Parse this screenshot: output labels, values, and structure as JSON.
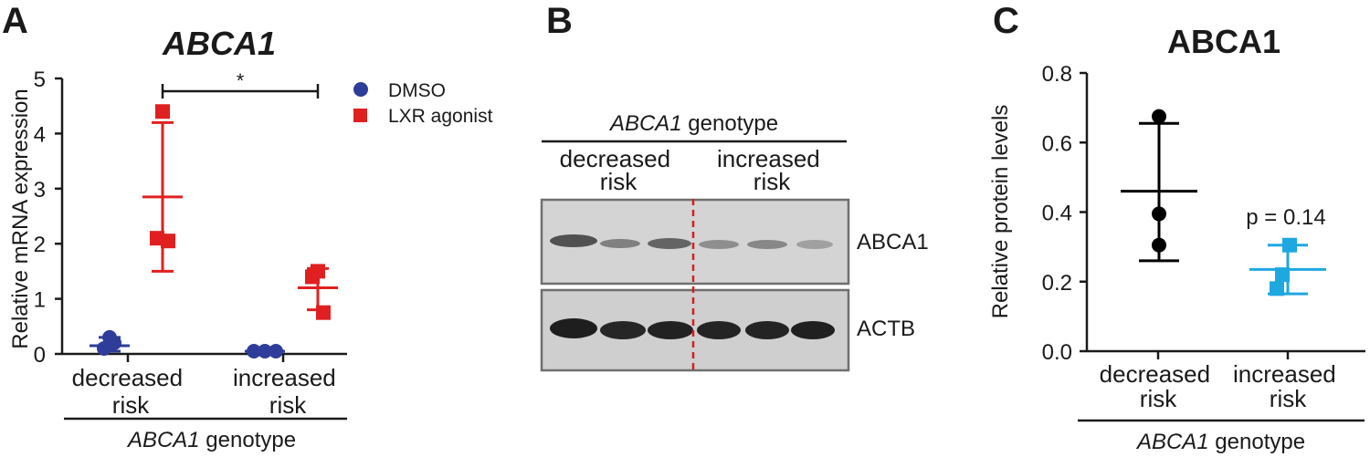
{
  "panels": {
    "a": {
      "letter": "A",
      "title": "ABCA1",
      "ylabel": "Relative mRNA expression",
      "yticks": [
        "0",
        "1",
        "2",
        "3",
        "4",
        "5"
      ],
      "categories": [
        "decreased\nrisk",
        "increased\nrisk"
      ],
      "legend": [
        {
          "label": "DMSO",
          "color": "#2e3d99",
          "marker": "circle"
        },
        {
          "label": "LXR agonist",
          "color": "#e02020",
          "marker": "square"
        }
      ],
      "significance": "*",
      "group_label_italic": "ABCA1",
      "group_label_rest": " genotype"
    },
    "b": {
      "letter": "B",
      "header_italic": "ABCA1",
      "header_rest": " genotype",
      "columns": [
        "decreased\nrisk",
        "increased\nrisk"
      ],
      "bands": [
        "ABCA1",
        "ACTB"
      ]
    },
    "c": {
      "letter": "C",
      "title": "ABCA1",
      "ylabel": "Relative protein levels",
      "yticks": [
        "0.0",
        "0.2",
        "0.4",
        "0.6",
        "0.8"
      ],
      "categories": [
        "decreased\nrisk",
        "increased\nrisk"
      ],
      "pvalue": "p = 0.14",
      "group_label_italic": "ABCA1",
      "group_label_rest": " genotype"
    }
  },
  "chart_data": [
    {
      "type": "scatter",
      "title": "ABCA1",
      "ylabel": "Relative mRNA expression",
      "ylim": [
        0,
        5
      ],
      "categories": [
        "decreased risk",
        "increased risk"
      ],
      "series": [
        {
          "name": "DMSO",
          "color": "#2e3d99",
          "points": [
            [
              0.3,
              0.2,
              0.1
            ],
            [
              0.05,
              0.05,
              0.05
            ]
          ],
          "mean": [
            0.15,
            0.05
          ],
          "error": [
            [
              0.05,
              0.3
            ],
            [
              0.02,
              0.07
            ]
          ]
        },
        {
          "name": "LXR agonist",
          "color": "#e02020",
          "points": [
            [
              4.4,
              2.1,
              2.05
            ],
            [
              1.5,
              1.4,
              0.75
            ]
          ],
          "mean": [
            2.85,
            1.2
          ],
          "error": [
            [
              1.5,
              4.2
            ],
            [
              0.8,
              1.55
            ]
          ]
        }
      ]
    },
    {
      "type": "scatter",
      "title": "ABCA1",
      "ylabel": "Relative protein levels",
      "ylim": [
        0,
        0.8
      ],
      "categories": [
        "decreased risk",
        "increased risk"
      ],
      "series": [
        {
          "color": "#000000",
          "points": [
            0.675,
            0.395,
            0.305
          ],
          "mean": 0.46,
          "error": [
            0.26,
            0.655
          ]
        },
        {
          "color": "#1ea8e0",
          "points": [
            0.305,
            0.22,
            0.18
          ],
          "mean": 0.235,
          "error": [
            0.165,
            0.305
          ]
        }
      ]
    }
  ]
}
